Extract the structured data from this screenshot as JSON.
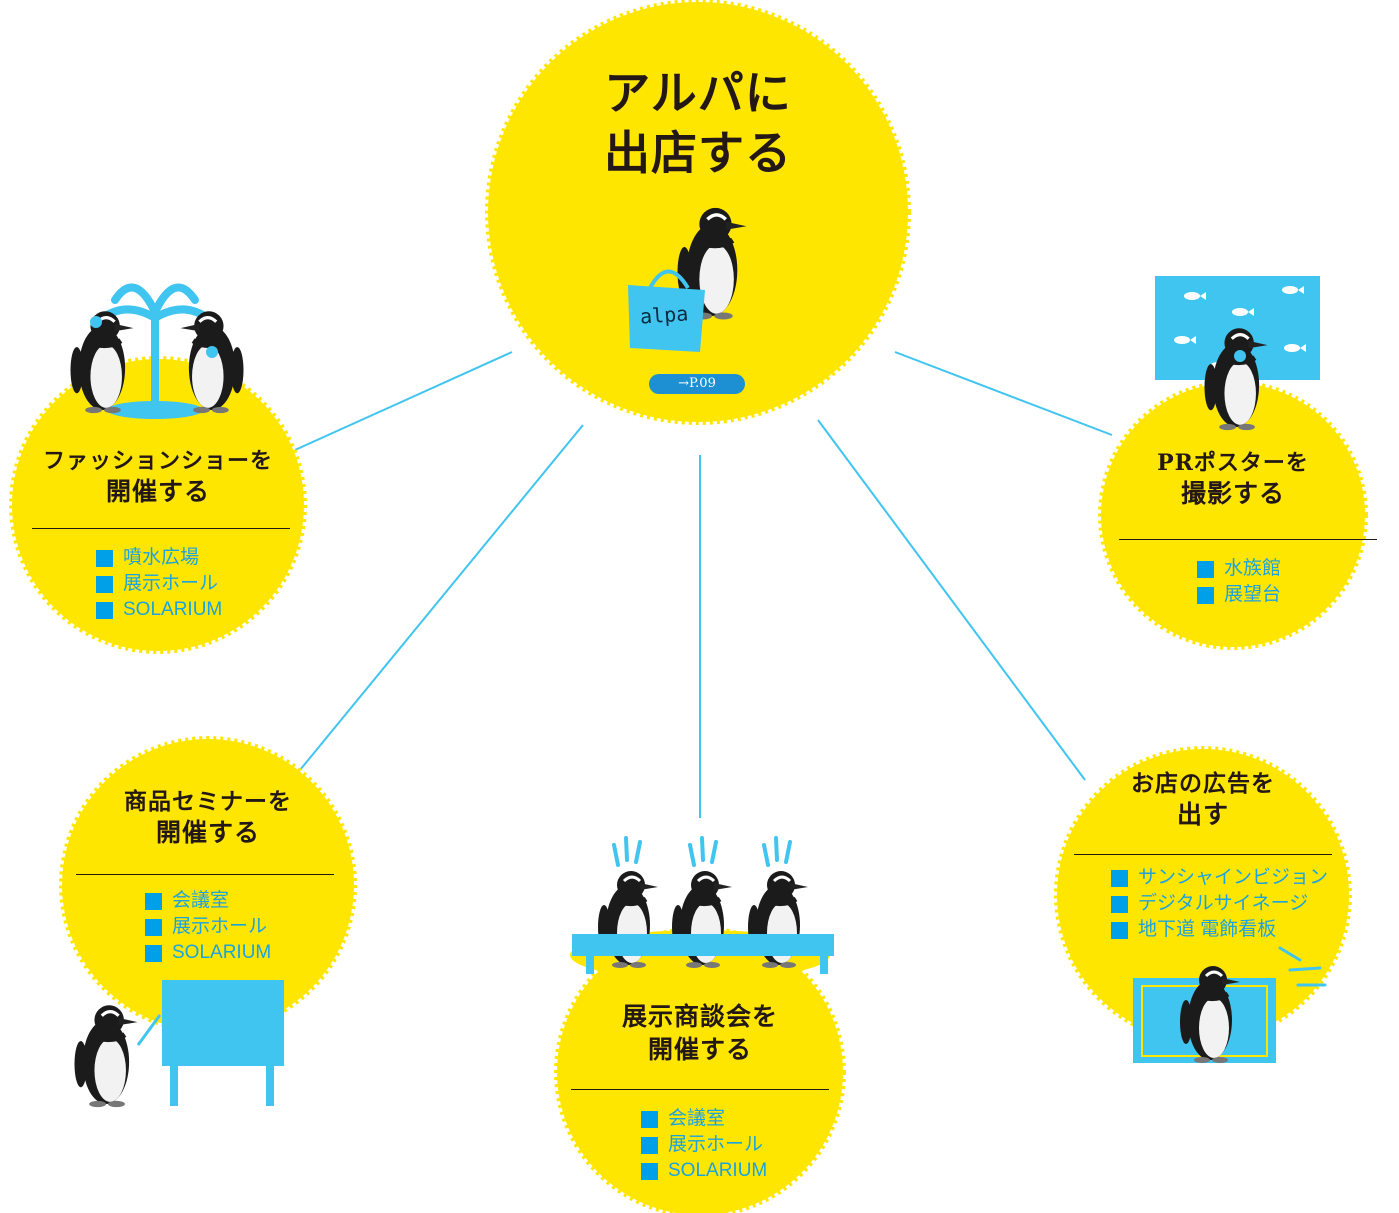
{
  "center": {
    "title_line1": "アルパに",
    "title_line2": "出店する",
    "bag_label": "alpa",
    "page_ref": "→P.09"
  },
  "fashion": {
    "title_line1": "ファッションショーを",
    "title_line2": "開催する",
    "items": [
      "噴水広場",
      "展示ホール",
      "SOLARIUM"
    ]
  },
  "poster": {
    "title_line1": "PRポスターを",
    "title_line2": "撮影する",
    "items": [
      "水族館",
      "展望台"
    ]
  },
  "seminar": {
    "title_line1": "商品セミナーを",
    "title_line2": "開催する",
    "items": [
      "会議室",
      "展示ホール",
      "SOLARIUM"
    ]
  },
  "tradeshow": {
    "title_line1": "展示商談会を",
    "title_line2": "開催する",
    "items": [
      "会議室",
      "展示ホール",
      "SOLARIUM"
    ]
  },
  "advert": {
    "title_line1": "お店の広告を",
    "title_line2": "出す",
    "items": [
      "サンシャインビジョン",
      "デジタルサイネージ",
      "地下道 電飾看板"
    ]
  },
  "colors": {
    "yellow": "#ffe600",
    "cyan": "#40c4f0",
    "blue_square": "#00a0e9",
    "item_text": "#1aa3e0",
    "ink": "#231815"
  },
  "icons": [
    "penguin-icon",
    "fountain-icon",
    "fish-icon",
    "shopping-bag-icon",
    "whiteboard-icon",
    "table-icon",
    "billboard-icon"
  ]
}
